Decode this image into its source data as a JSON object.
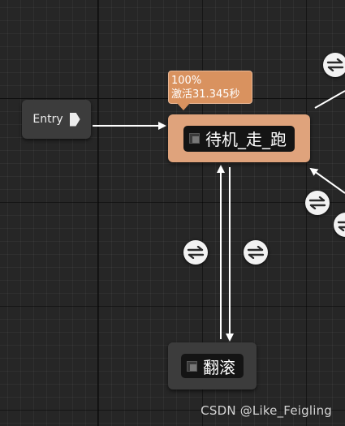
{
  "entry": {
    "label": "Entry"
  },
  "states": {
    "active": {
      "label": "待机_走_跑"
    },
    "idle": {
      "label": "翻滚"
    }
  },
  "tooltip": {
    "line1": "100%",
    "line2": "激活31.345秒"
  },
  "watermark": "CSDN @Like_Feigling",
  "colors": {
    "active_node": "#dfa37c",
    "tooltip_bg": "#d9925f",
    "node_bg": "#3c3c3c",
    "link": "#ffffff"
  },
  "icons": {
    "entry": "entry-arrow-icon",
    "state": "state-icon",
    "transition": "transition-rule-icon"
  }
}
